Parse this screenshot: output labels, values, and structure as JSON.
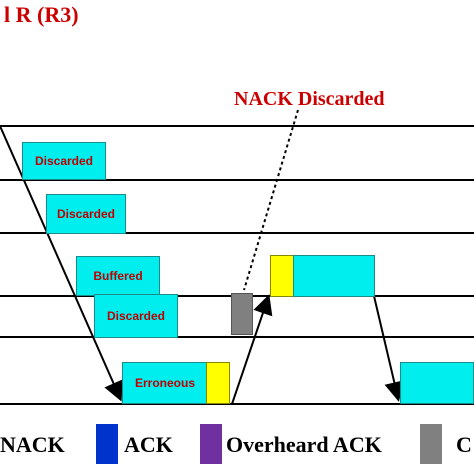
{
  "title": "l R (R3)",
  "callout": "NACK Discarded",
  "packets": {
    "discarded_1": "Discarded",
    "discarded_2": "Discarded",
    "buffered": "Buffered",
    "discarded_3": "Discarded",
    "erroneous": "Erroneous"
  },
  "legend": {
    "nack": "NACK",
    "ack": "ACK",
    "overheard_ack": "Overheard ACK",
    "other": "C"
  },
  "colors": {
    "red_text": "#cc0000",
    "packet": "#00eeee",
    "yellow_marker": "#ffff00",
    "gray_marker": "#808080",
    "ack": "#0033cc",
    "overheard_ack": "#7030a0",
    "other": "#808080"
  }
}
